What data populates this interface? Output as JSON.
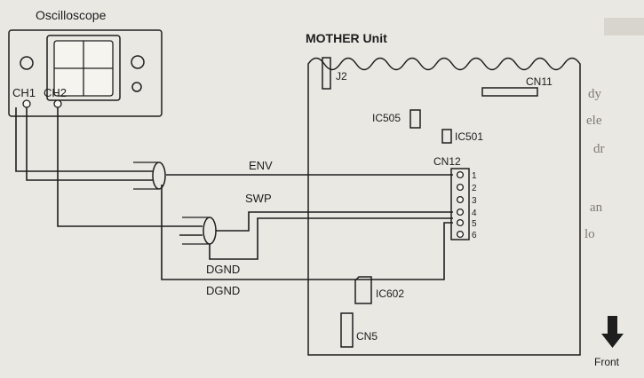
{
  "oscilloscope": {
    "title": "Oscilloscope",
    "ch1_label": "CH1",
    "ch2_label": "CH2"
  },
  "mother_unit": {
    "title": "MOTHER Unit",
    "components": {
      "j2": "J2",
      "ic505": "IC505",
      "ic501": "IC501",
      "cn11": "CN11",
      "cn12": "CN12",
      "ic602": "IC602",
      "cn5": "CN5"
    },
    "cn12_pins": [
      "1",
      "2",
      "3",
      "4",
      "5",
      "6"
    ]
  },
  "signals": {
    "env": "ENV",
    "swp": "SWP",
    "dgnd_1": "DGND",
    "dgnd_2": "DGND"
  },
  "front": {
    "label": "Front"
  },
  "colors": {
    "background": "#eae8e3",
    "ink": "#1e1e1e",
    "faded_text": "#7d7a73"
  }
}
